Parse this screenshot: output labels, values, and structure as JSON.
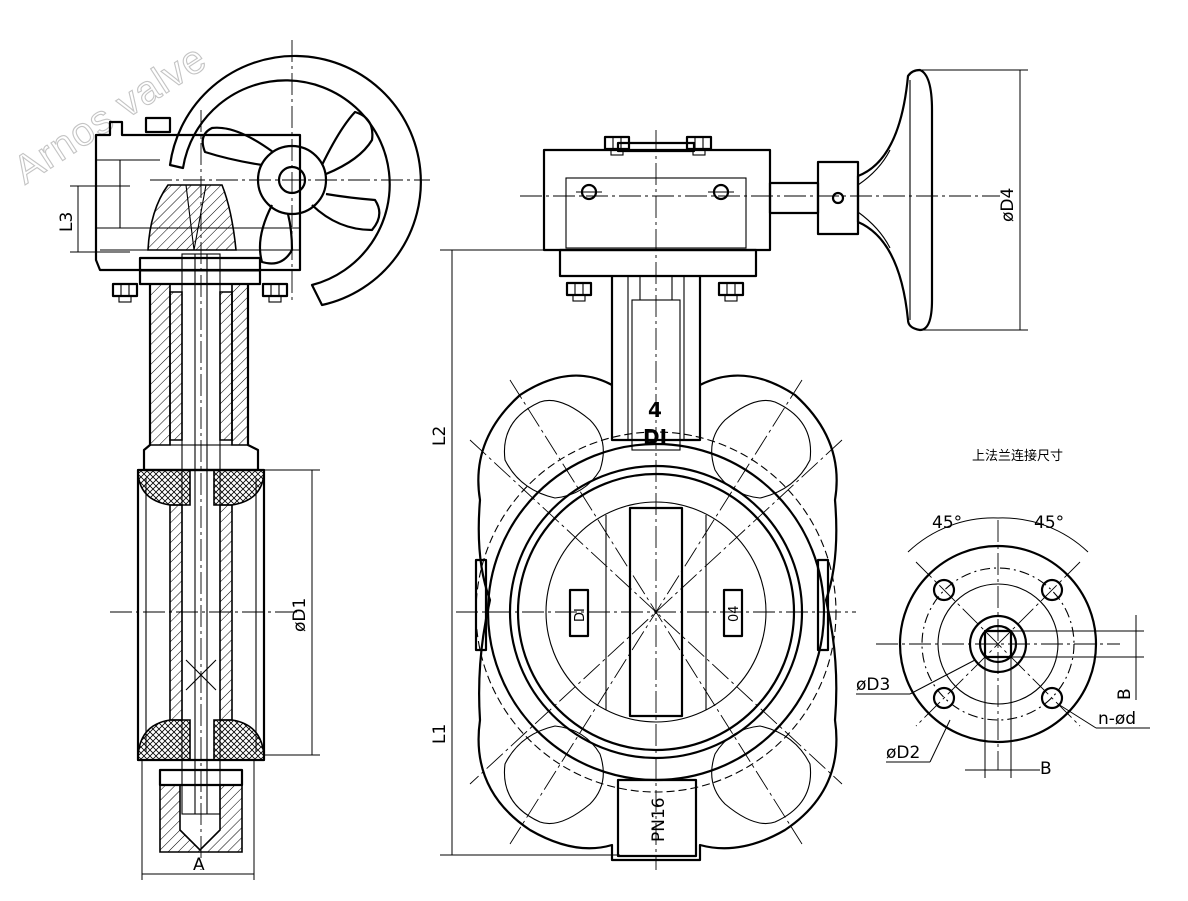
{
  "watermark": {
    "text": "Arnos valve"
  },
  "labels": {
    "dim_l3": "L3",
    "dim_l2": "L2",
    "dim_l1": "L1",
    "dim_d1": "øD1",
    "dim_d4": "øD4",
    "dim_a": "A",
    "dim_d3": "øD3",
    "dim_d2": "øD2",
    "dim_nd": "n-ød",
    "dim_b_vertical": "B",
    "dim_b_horizontal": "B",
    "angle_left": "45°",
    "angle_right": "45°",
    "flange_title": "上法兰连接尺寸"
  },
  "body_marks": {
    "size": "4",
    "material": "DI",
    "pressure": "PN16",
    "disc_left": "DI",
    "disc_right": "04"
  }
}
